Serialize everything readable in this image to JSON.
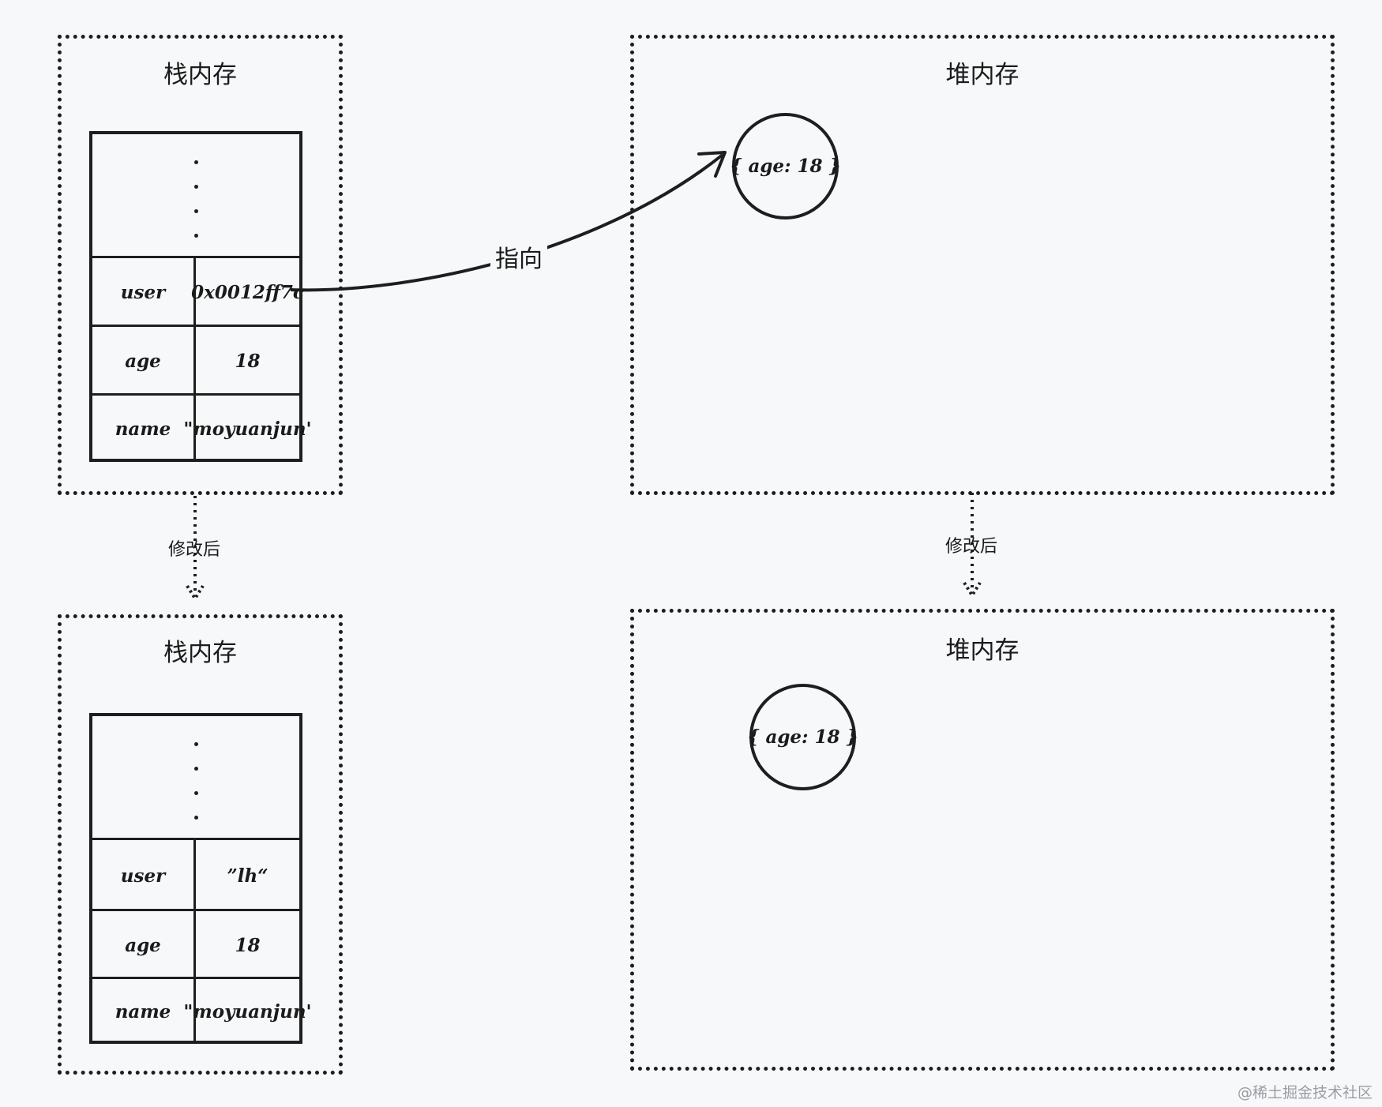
{
  "top_stack": {
    "title": "栈内存",
    "rows": [
      {
        "key": "user",
        "value": "0x0012ff7c"
      },
      {
        "key": "age",
        "value": "18"
      },
      {
        "key": "name",
        "value": "\"moyuanjun'"
      }
    ]
  },
  "top_heap": {
    "title": "堆内存",
    "object": "{  age: 18 }"
  },
  "pointer_label": "指向",
  "transition_label_left": "修改后",
  "transition_label_right": "修改后",
  "bottom_stack": {
    "title": "栈内存",
    "rows": [
      {
        "key": "user",
        "value": "”lh“"
      },
      {
        "key": "age",
        "value": "18"
      },
      {
        "key": "name",
        "value": "\"moyuanjun'"
      }
    ]
  },
  "bottom_heap": {
    "title": "堆内存",
    "object": "{  age: 18 }"
  },
  "watermark": "@稀土掘金技术社区"
}
